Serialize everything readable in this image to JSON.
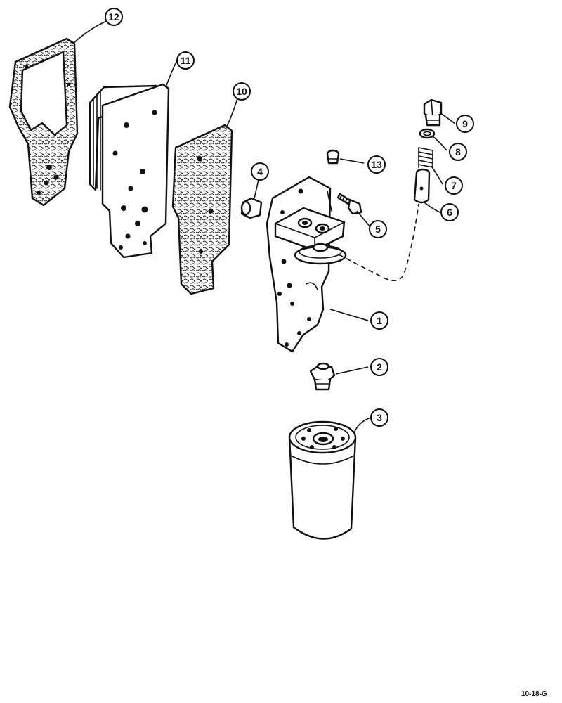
{
  "callouts": {
    "c1": "1",
    "c2": "2",
    "c3": "3",
    "c4": "4",
    "c5": "5",
    "c6": "6",
    "c7": "7",
    "c8": "8",
    "c9": "9",
    "c10": "10",
    "c11": "11",
    "c12": "12",
    "c13": "13"
  },
  "figure_code": "10-18-G",
  "colors": {
    "line": "#111111",
    "paper": "#ffffff"
  }
}
